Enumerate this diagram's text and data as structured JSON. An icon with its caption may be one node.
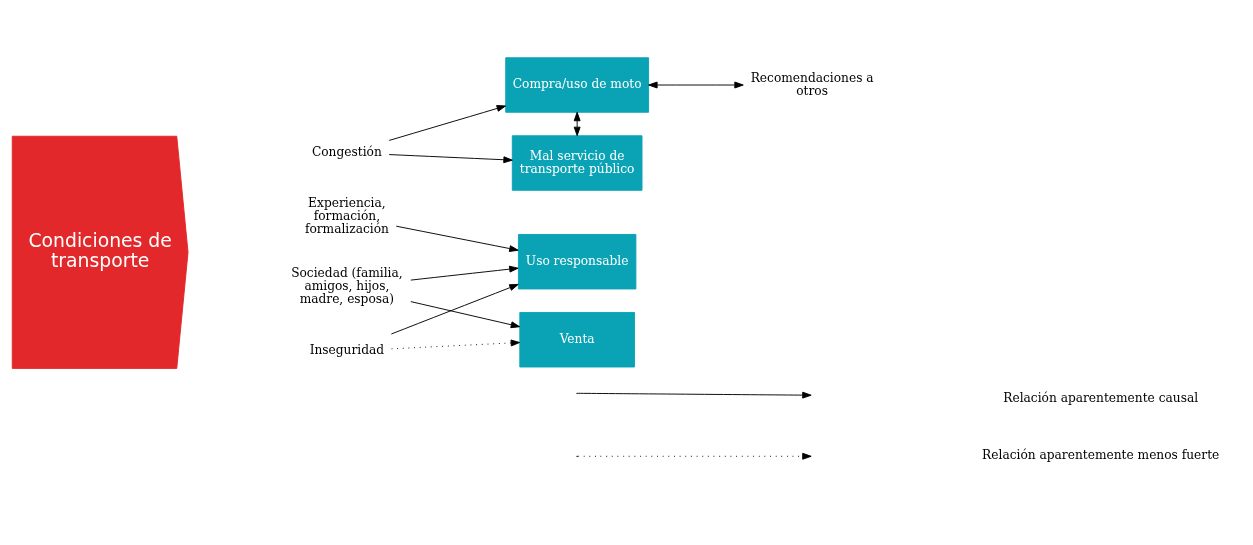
{
  "diagram": {
    "nodes": [
      {
        "text": [
          "Condiciones de transporte"
        ]
      },
      {
        "text": [
          "Congestión"
        ]
      },
      {
        "text": [
          "Sociedad (familia, amigos, hijos, madre, esposa)"
        ]
      },
      {
        "text": [
          "Experiencia, formación, formalización"
        ]
      },
      {
        "text": [
          "Inseguridad"
        ]
      },
      {
        "text": [
          "Mal servicio de transporte público"
        ]
      },
      {
        "text": [
          "Compra/uso de moto"
        ]
      },
      {
        "text": [
          "Uso responsable"
        ]
      },
      {
        "text": [
          "Venta"
        ]
      },
      {
        "text": [
          "Recomendaciones a otros"
        ]
      }
    ],
    "edges": [
      {
        "from": 1,
        "to": 5,
        "arrow": "to"
      },
      {
        "from": 1,
        "to": 6,
        "arrow": "to"
      },
      {
        "from": 2,
        "to": 7,
        "arrow": "to"
      },
      {
        "from": 2,
        "to": 8,
        "arrow": "to"
      },
      {
        "from": 3,
        "to": 7,
        "arrow": "to"
      },
      {
        "from": 4,
        "to": 7,
        "arrow": "to"
      },
      {
        "from": 4,
        "to": 8,
        "arrow": "to",
        "style": "dashed"
      },
      {
        "from": 6,
        "to": 5,
        "arrow": "both"
      },
      {
        "from": 6,
        "to": 9,
        "arrow": "both"
      }
    ],
    "legend": [
      {
        "text": "Relación aparentemente causal"
      },
      {
        "text": "Relación aparentemente menos fuerte"
      }
    ]
  }
}
